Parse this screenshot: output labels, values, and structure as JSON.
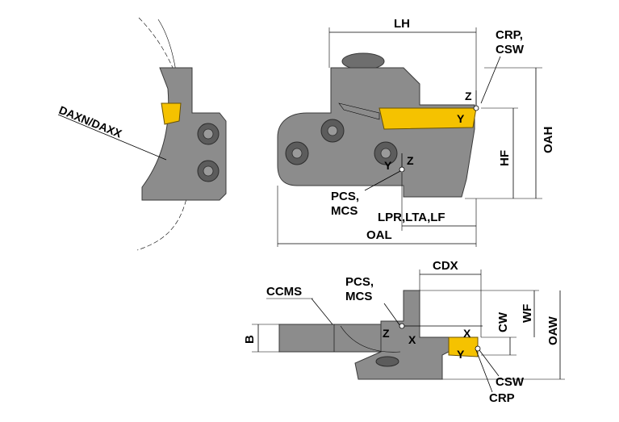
{
  "labels": {
    "daxn_daxx": "DAXN/DAXX",
    "lh": "LH",
    "crp_csw_top_1": "CRP,",
    "crp_csw_top_2": "CSW",
    "z_top": "Z",
    "y_top": "Y",
    "oah": "OAH",
    "hf": "HF",
    "z_mid": "Z",
    "y_mid": "Y",
    "pcs_mcs_mid_1": "PCS,",
    "pcs_mcs_mid_2": "MCS",
    "lpr_lta_lf": "LPR,LTA,LF",
    "oal": "OAL",
    "cdx": "CDX",
    "ccms": "CCMS",
    "pcs_mcs_bot_1": "PCS,",
    "pcs_mcs_bot_2": "MCS",
    "b": "B",
    "z_bot": "Z",
    "x_bot_mid": "X",
    "x_bot_right": "X",
    "y_bot": "Y",
    "cw": "CW",
    "wf": "WF",
    "oaw": "OAW",
    "csw_bot": "CSW",
    "crp_bot": "CRP"
  },
  "colors": {
    "body": "#8c8c8c",
    "insert": "#f5c200",
    "outline": "#3a3a3a"
  }
}
